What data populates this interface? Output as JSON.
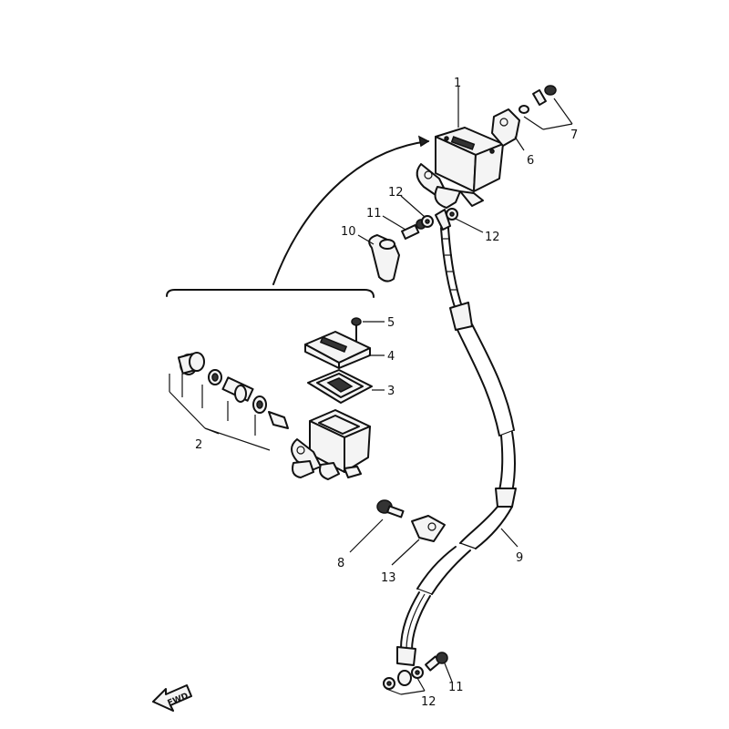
{
  "callouts": {
    "c1": "1",
    "c2": "2",
    "c3": "3",
    "c4": "4",
    "c5": "5",
    "c6": "6",
    "c7": "7",
    "c8": "8",
    "c9": "9",
    "c10": "10",
    "c11_top": "11",
    "c12_top_left": "12",
    "c12_top_right": "12",
    "c13": "13",
    "c11_bottom": "11",
    "c12_bottom": "12"
  },
  "direction_marker": {
    "label": "FWD",
    "icon": "arrow-left-icon"
  }
}
